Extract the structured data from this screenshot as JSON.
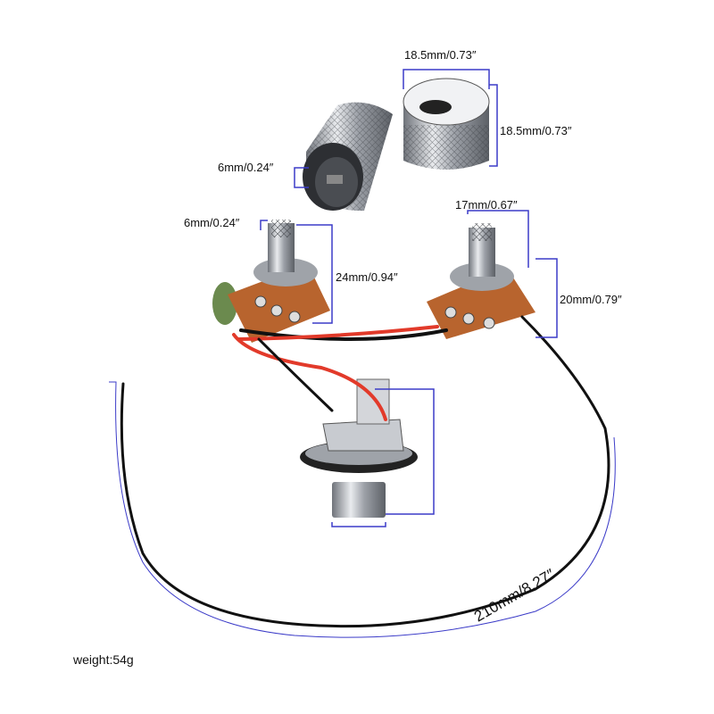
{
  "labels": {
    "knob_width": "18.5mm/0.73″",
    "knob_height": "18.5mm/0.73″",
    "knob_hole": "6mm/0.24″",
    "shaft_diameter": "6mm/0.24″",
    "pot1_height": "24mm/0.94″",
    "pot2_width": "17mm/0.67″",
    "pot2_height": "20mm/0.79″",
    "wire_length": "210mm/8.27″",
    "weight": "weight:54g"
  },
  "colors": {
    "dimension_line": "#3b3bc8",
    "wire_red": "#e23a2a",
    "wire_black": "#111111",
    "chrome": "#c9ccd1",
    "pot_board": "#b8642e"
  }
}
